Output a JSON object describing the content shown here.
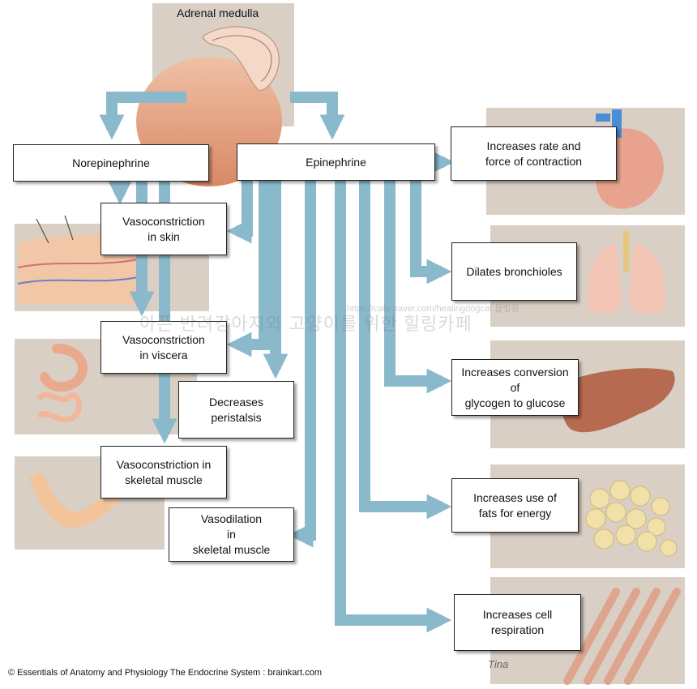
{
  "diagram": {
    "source": "Adrenal medulla",
    "hormones": {
      "norepinephrine": "Norepinephrine",
      "epinephrine": "Epinephrine"
    },
    "effects": {
      "vasoconstriction_skin": "Vasoconstriction\nin skin",
      "vasoconstriction_viscera": "Vasoconstriction\nin viscera",
      "decreases_peristalsis": "Decreases\nperistalsis",
      "vasoconstriction_skeletal": "Vasoconstriction in\nskeletal muscle",
      "vasodilation_skeletal": "Vasodilation\nin\nskeletal muscle",
      "heart": "Increases rate and\nforce of contraction",
      "bronchioles": "Dilates bronchioles",
      "liver": "Increases conversion\nof\nglycogen to glucose",
      "fats": "Increases use of\nfats for energy",
      "respiration": "Increases cell\nrespiration"
    },
    "colors": {
      "arrow": "#8ab9cc",
      "panel": "#d9cfc4",
      "gland": "#e8a98c"
    }
  },
  "watermark": {
    "text": "아픈 반려강아지와 고양이를 위한 힐링카페",
    "url": "https://cafe.naver.com/healingdogcat 물빛령"
  },
  "signature": "Tina",
  "credit": "© Essentials of Anatomy and Physiology The Endocrine System : brainkart.com"
}
